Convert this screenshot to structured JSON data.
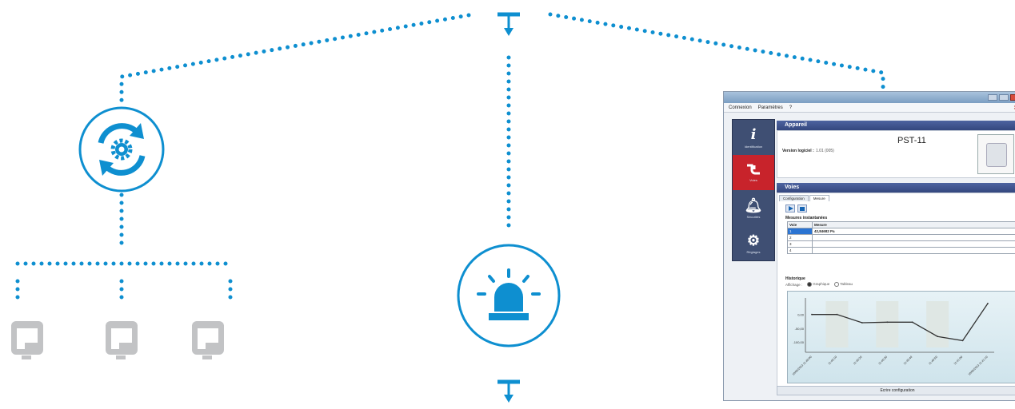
{
  "colors": {
    "accent": "#0e8fd0",
    "device_grey": "#c2c3c5",
    "sidebar": "#3f4f73",
    "sidebar_active": "#c8232b",
    "panel_header": "#34477e"
  },
  "icons": {
    "sync_node": "settings-sync-icon",
    "alarm_node": "alarm-beacon-icon",
    "devices": [
      "sensor-device-icon",
      "sensor-device-icon",
      "sensor-device-icon"
    ],
    "top_connector": "connector-arrow-down-icon",
    "bottom_connector": "connector-arrow-down-icon"
  },
  "software_window": {
    "menu": [
      "Connexion",
      "Paramètres",
      "?"
    ],
    "sidebar": [
      {
        "label": "Identification",
        "icon": "info-icon",
        "active": false
      },
      {
        "label": "Voies",
        "icon": "probe-icon",
        "active": true
      },
      {
        "label": "Sécurités",
        "icon": "bell-icon",
        "active": false
      },
      {
        "label": "Réglages",
        "icon": "gears-icon",
        "active": false
      }
    ],
    "appareil": {
      "header": "Appareil",
      "name": "PST-11",
      "version_label": "Version logiciel :",
      "version_value": "1.01 (005)"
    },
    "voies": {
      "header": "Voies",
      "tabs": [
        "Configuration",
        "Mesure"
      ],
      "active_tab": "Mesure",
      "instant_title": "Mesures instantanées",
      "columns": [
        "Voie",
        "Mesure"
      ],
      "rows": [
        {
          "voie": "1",
          "mesure": "42,84682 Pa"
        },
        {
          "voie": "2",
          "mesure": ""
        },
        {
          "voie": "3",
          "mesure": ""
        },
        {
          "voie": "4",
          "mesure": ""
        }
      ],
      "history_title": "Historique",
      "display_label": "Affichage :",
      "display_options": [
        "Graphique",
        "Tableau"
      ],
      "display_selected": "Graphique"
    },
    "history_chart": {
      "y_ticks": [
        "0,00",
        "-50,00",
        "-100,00"
      ],
      "x_ticks": [
        "10/06/2013 11:40:00",
        "11:40:10",
        "11:40:20",
        "11:40:30",
        "11:40:40",
        "11:40:50",
        "11:41:00",
        "10/06/2013 11:41:10"
      ],
      "values": [
        0.0,
        0.0,
        -30.0,
        -28.0,
        -28.0,
        -80.0,
        -95.0,
        40.0
      ],
      "ylim": [
        -120,
        60
      ]
    },
    "footer": "Ecrire configuration"
  }
}
